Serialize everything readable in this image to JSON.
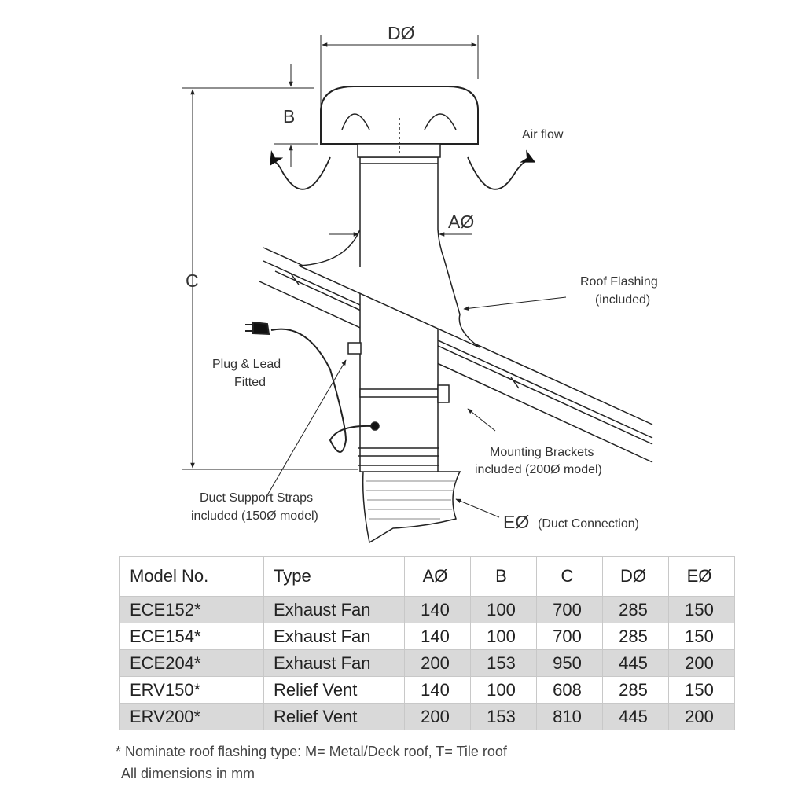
{
  "diagram": {
    "labels": {
      "d_dia": "DØ",
      "b": "B",
      "c": "C",
      "a_dia": "AØ",
      "air_flow": "Air flow",
      "roof_flashing": "Roof Flashing",
      "roof_flashing_sub": "(included)",
      "plug_lead": "Plug & Lead",
      "plug_lead_sub": "Fitted",
      "mounting_brackets": "Mounting Brackets",
      "mounting_brackets_sub": "included (200Ø model)",
      "duct_straps": "Duct Support Straps",
      "duct_straps_sub": "included (150Ø model)",
      "e_dia": "EØ",
      "duct_connection": "(Duct Connection)"
    }
  },
  "table": {
    "headers": [
      "Model No.",
      "Type",
      "AØ",
      "B",
      "C",
      "DØ",
      "EØ"
    ],
    "rows": [
      [
        "ECE152*",
        "Exhaust Fan",
        "140",
        "100",
        "700",
        "285",
        "150"
      ],
      [
        "ECE154*",
        "Exhaust Fan",
        "140",
        "100",
        "700",
        "285",
        "150"
      ],
      [
        "ECE204*",
        "Exhaust Fan",
        "200",
        "153",
        "950",
        "445",
        "200"
      ],
      [
        "ERV150*",
        "Relief Vent",
        "140",
        "100",
        "608",
        "285",
        "150"
      ],
      [
        "ERV200*",
        "Relief Vent",
        "200",
        "153",
        "810",
        "445",
        "200"
      ]
    ]
  },
  "notes": {
    "flashing": "* Nominate roof flashing type: M= Metal/Deck roof, T= Tile roof",
    "units": "All dimensions in mm"
  }
}
